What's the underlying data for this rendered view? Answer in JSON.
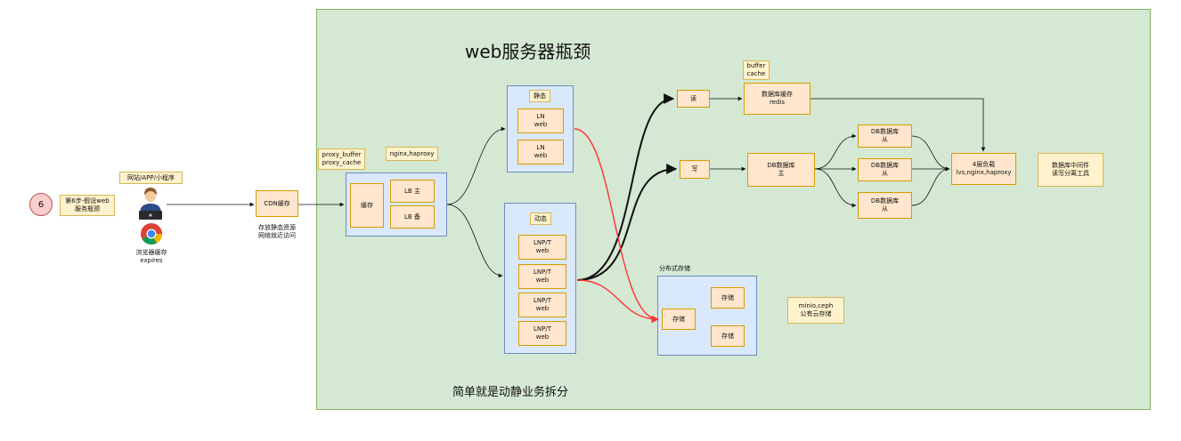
{
  "diagram": {
    "title": "web服务器瓶颈",
    "subtitle": "简单就是动静业务拆分",
    "step": {
      "number": "6",
      "text": "第6步-假设web\n服务瓶颈"
    },
    "client": {
      "label": "网站/APP/小程序",
      "browser_cache": "浏览器缓存\nexpires"
    },
    "cdn": {
      "label": "CDN缓存",
      "note": "存放静态资源\n网络就近访问"
    },
    "proxy_notes": {
      "buffer": "proxy_buffer\nproxy_cache",
      "lb": "nginx,haproxy"
    },
    "lb_group": {
      "cache": "缓存",
      "lb_main": "LB 主",
      "lb_backup": "LB 备"
    },
    "static_group": {
      "label": "静态",
      "nodes": [
        "LN\nweb",
        "LN\nweb"
      ]
    },
    "dynamic_group": {
      "label": "动态",
      "nodes": [
        "LNP/T\nweb",
        "LNP/T\nweb",
        "LNP/T\nweb",
        "LNP/T\nweb"
      ]
    },
    "read": {
      "label": "读",
      "cache_note": "buffer\ncache",
      "cache_db": "数据库缓存\nredis"
    },
    "write": {
      "label": "写",
      "db_master": "DB数据库\n主",
      "db_slaves": [
        "DB数据库\n从",
        "DB数据库\n从",
        "DB数据库\n从"
      ]
    },
    "load_balancer": "4层负载\nlvs,nginx,haproxy",
    "middleware": "数据库中间件\n读写分离工具",
    "storage": {
      "label": "分布式存储",
      "nodes": [
        "存储",
        "存储",
        "存储"
      ],
      "note": "minio,ceph\n公有云存储"
    },
    "colors": {
      "panel": "#d5e8d4",
      "group": "#dae8fc",
      "node": "#ffe6cc",
      "note": "#fff2cc",
      "red_edge": "#ff3333",
      "step_circle": "#f8cecc"
    }
  }
}
